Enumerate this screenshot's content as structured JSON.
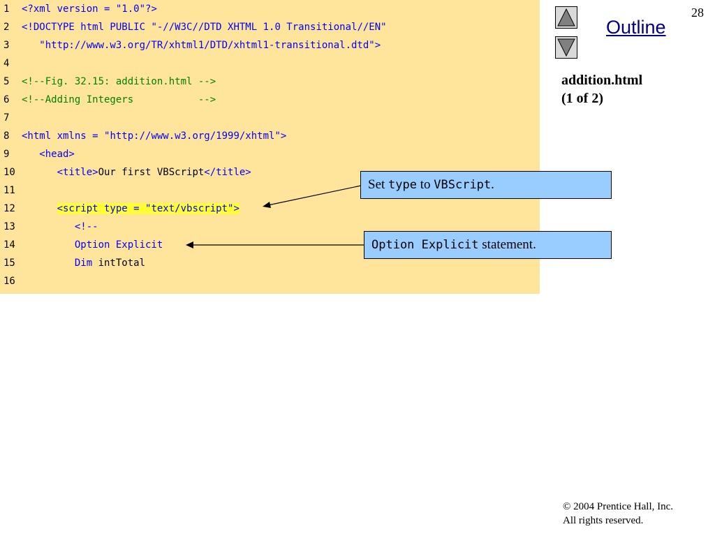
{
  "slide": {
    "number": "28",
    "outline_label": "Outline",
    "file_title": "addition.html",
    "file_part": "(1 of 2)"
  },
  "code_lines": [
    {
      "n": "1",
      "segments": [
        {
          "t": "<?xml version = ",
          "c": "blue"
        },
        {
          "t": "\"1.0\"",
          "c": "blue"
        },
        {
          "t": "?>",
          "c": "blue"
        }
      ]
    },
    {
      "n": "2",
      "segments": [
        {
          "t": "<!DOCTYPE html PUBLIC ",
          "c": "blue"
        },
        {
          "t": "\"-//W3C//DTD XHTML 1.0 Transitional//EN\"",
          "c": "blue"
        }
      ]
    },
    {
      "n": "3",
      "segments": [
        {
          "t": "   \"http://www.w3.org/TR/xhtml1/DTD/xhtml1-transitional.dtd\"",
          "c": "blue"
        },
        {
          "t": ">",
          "c": "blue"
        }
      ]
    },
    {
      "n": "4",
      "segments": []
    },
    {
      "n": "5",
      "segments": [
        {
          "t": "<!--Fig. 32.15: addition.html -->",
          "c": "green"
        }
      ]
    },
    {
      "n": "6",
      "segments": [
        {
          "t": "<!--Adding Integers           -->",
          "c": "green"
        }
      ]
    },
    {
      "n": "7",
      "segments": []
    },
    {
      "n": "8",
      "segments": [
        {
          "t": "<html xmlns = ",
          "c": "blue"
        },
        {
          "t": "\"http://www.w3.org/1999/xhtml\"",
          "c": "blue"
        },
        {
          "t": ">",
          "c": "blue"
        }
      ]
    },
    {
      "n": "9",
      "segments": [
        {
          "t": "   <head>",
          "c": "blue"
        }
      ]
    },
    {
      "n": "10",
      "segments": [
        {
          "t": "      <title>",
          "c": "blue"
        },
        {
          "t": "Our first VBScript",
          "c": "black"
        },
        {
          "t": "</title>",
          "c": "blue"
        }
      ]
    },
    {
      "n": "11",
      "segments": []
    },
    {
      "n": "12",
      "segments": [
        {
          "t": "      ",
          "c": "blue"
        },
        {
          "t": "<script type = \"text/vbscript\">",
          "c": "blue",
          "hl": true
        }
      ]
    },
    {
      "n": "13",
      "segments": [
        {
          "t": "         <!--",
          "c": "blue"
        }
      ]
    },
    {
      "n": "14",
      "segments": [
        {
          "t": "         Option Explicit",
          "c": "blue"
        }
      ]
    },
    {
      "n": "15",
      "segments": [
        {
          "t": "         Dim ",
          "c": "blue"
        },
        {
          "t": "intTotal",
          "c": "black"
        }
      ]
    },
    {
      "n": "16",
      "segments": []
    }
  ],
  "callouts": {
    "type_note": {
      "pre": "Set ",
      "code1": "type",
      "mid": " to ",
      "code2": "VBScript",
      "post": "."
    },
    "option_note": {
      "code": "Option Explicit",
      "post": " statement."
    }
  },
  "footer": {
    "copyright_line1": "© 2004 Prentice Hall, Inc.",
    "copyright_line2": "All rights reserved."
  },
  "colors": {
    "code_background": "#ffe59c",
    "keyword": "#0000ff",
    "comment": "#008000",
    "callout_fill": "#99ccff",
    "highlight": "#ffff33"
  }
}
